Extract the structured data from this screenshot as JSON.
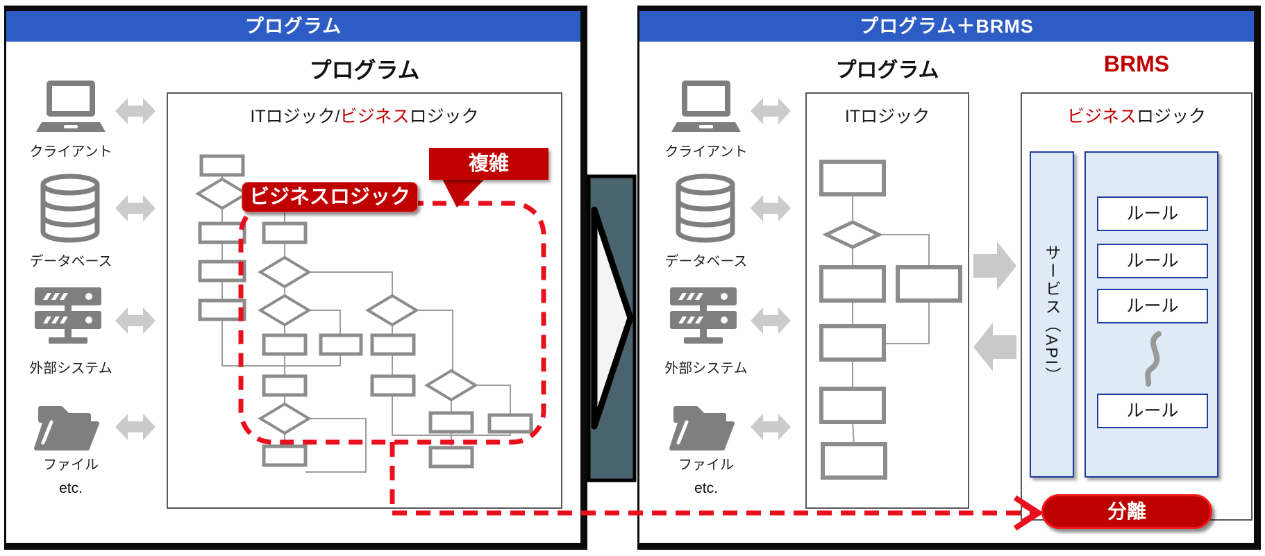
{
  "left_panel": {
    "header": "プログラム",
    "title": "プログラム",
    "box_label": {
      "it": "ITロジック/",
      "business": "ビジネス",
      "logic": "ロジック"
    },
    "devices": [
      {
        "label": "クライアント",
        "icon": "laptop-icon"
      },
      {
        "label": "データベース",
        "icon": "database-icon"
      },
      {
        "label": "外部システム",
        "icon": "server-icon"
      },
      {
        "label": "ファイル",
        "icon": "folder-icon"
      }
    ],
    "etc": "etc.",
    "business_logic_tag": "ビジネスロジック",
    "complex_callout": "複雑"
  },
  "right_panel": {
    "header": "プログラム＋BRMS",
    "program_title": "プログラム",
    "brms_title": "BRMS",
    "it_box_label": "ITロジック",
    "devices": [
      {
        "label": "クライアント",
        "icon": "laptop-icon"
      },
      {
        "label": "データベース",
        "icon": "database-icon"
      },
      {
        "label": "外部システム",
        "icon": "server-icon"
      },
      {
        "label": "ファイル",
        "icon": "folder-icon"
      }
    ],
    "etc": "etc.",
    "brms_box_label": {
      "business": "ビジネス",
      "logic": "ロジック"
    },
    "service_panel_label": "サービス（API）",
    "rules": [
      "ルール",
      "ルール",
      "ルール",
      "ルール"
    ],
    "separation_badge": "分離"
  },
  "colors": {
    "header_blue": "#2d5cc5",
    "accent_red": "#c00000",
    "dashed_red": "#e8101c",
    "flow_gray": "#8c8c8c",
    "icon_gray": "#7f7f7f",
    "light_arrow_gray": "#cbcbcb",
    "brms_border_blue": "#1f3f9e",
    "brms_fill_blue": "#deebf7",
    "center_arrow_fill": "#4a646e"
  }
}
